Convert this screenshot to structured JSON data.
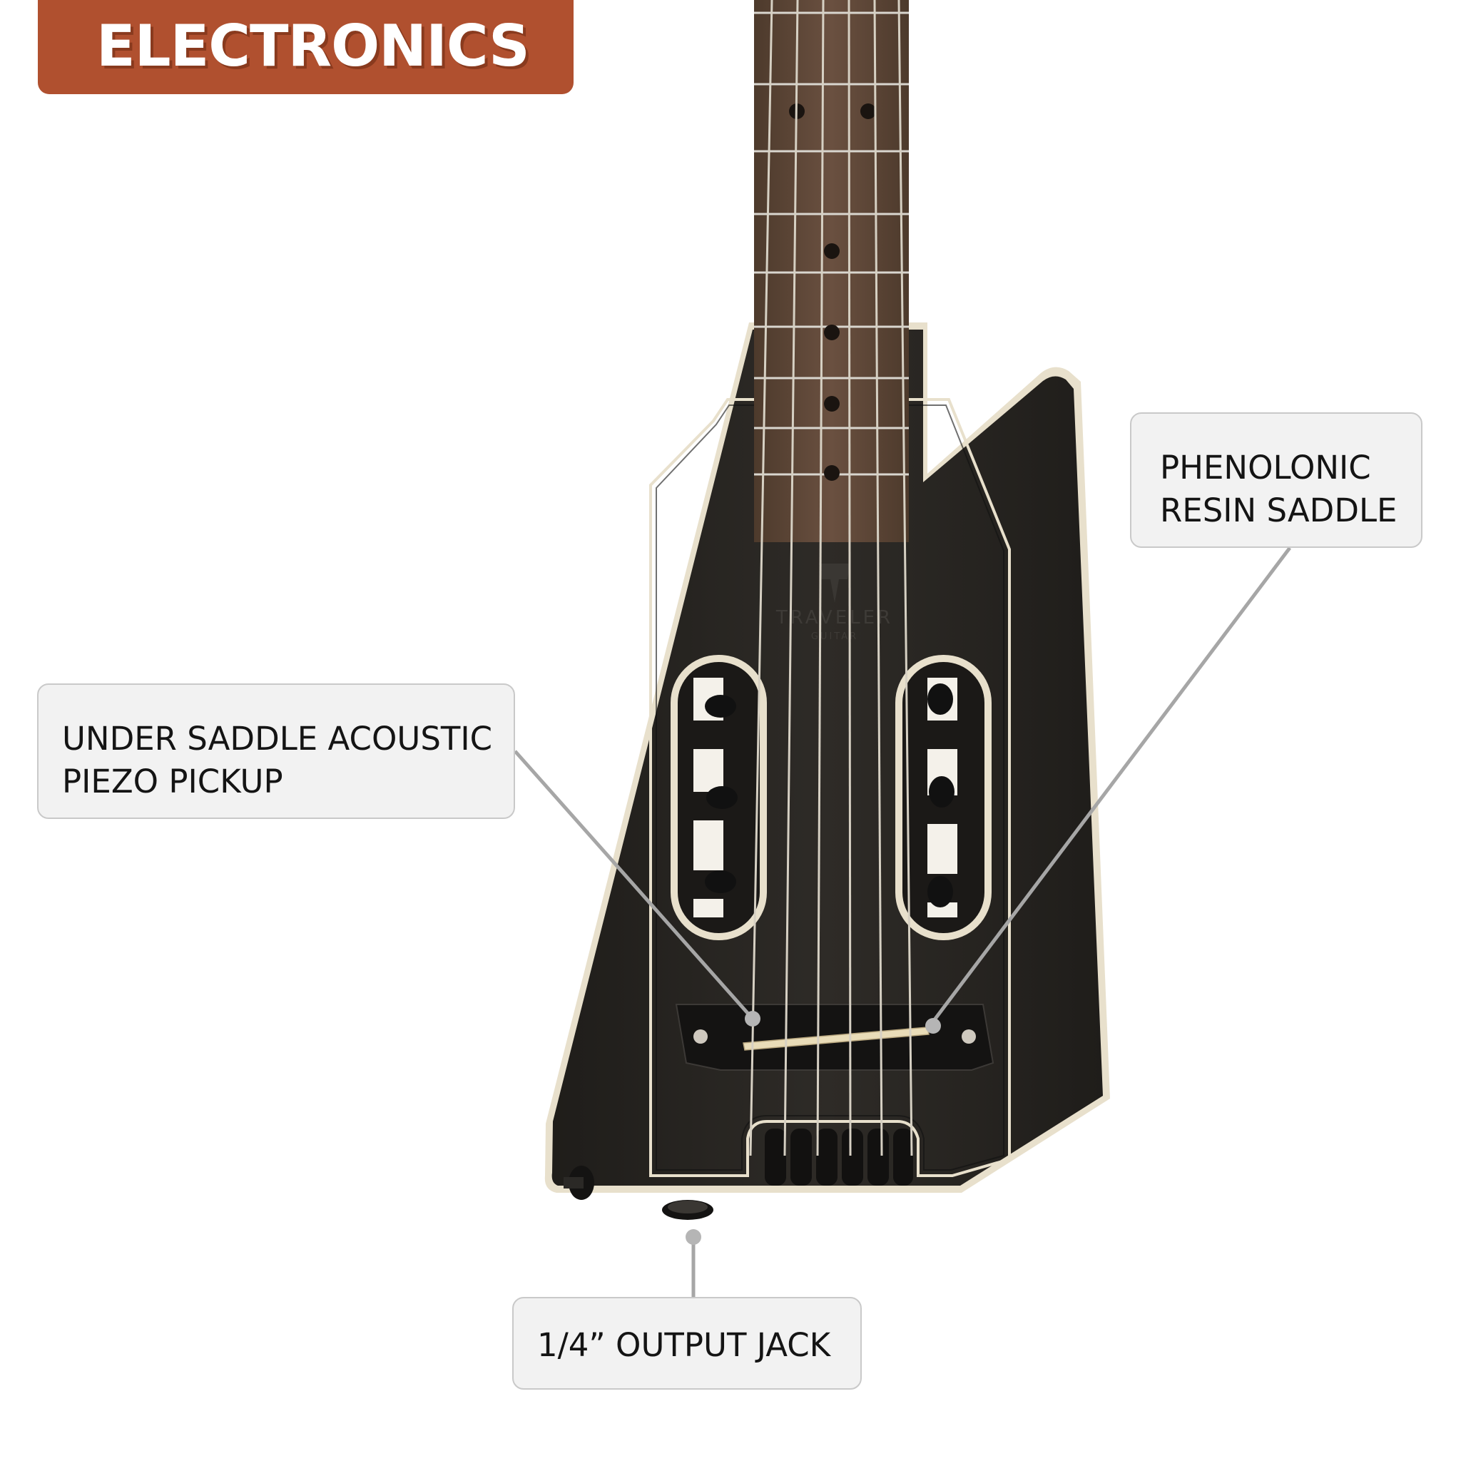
{
  "banner": {
    "title": "ELECTRONICS"
  },
  "callouts": {
    "pickup": {
      "line1": "UNDER SADDLE ACOUSTIC",
      "line2": "PIEZO PICKUP"
    },
    "saddle": {
      "line1": "PHENOLONIC",
      "line2": "RESIN SADDLE"
    },
    "jack": {
      "line1": "1/4” OUTPUT JACK"
    }
  },
  "guitar": {
    "logo_brand": "TRAVELER",
    "logo_sub": "GUITAR"
  },
  "colors": {
    "banner": "#b0502f",
    "body": "#2a2723",
    "binding": "#e8e0cc",
    "fretboard": "#5c4636",
    "leader_line": "#a6a6a6"
  }
}
